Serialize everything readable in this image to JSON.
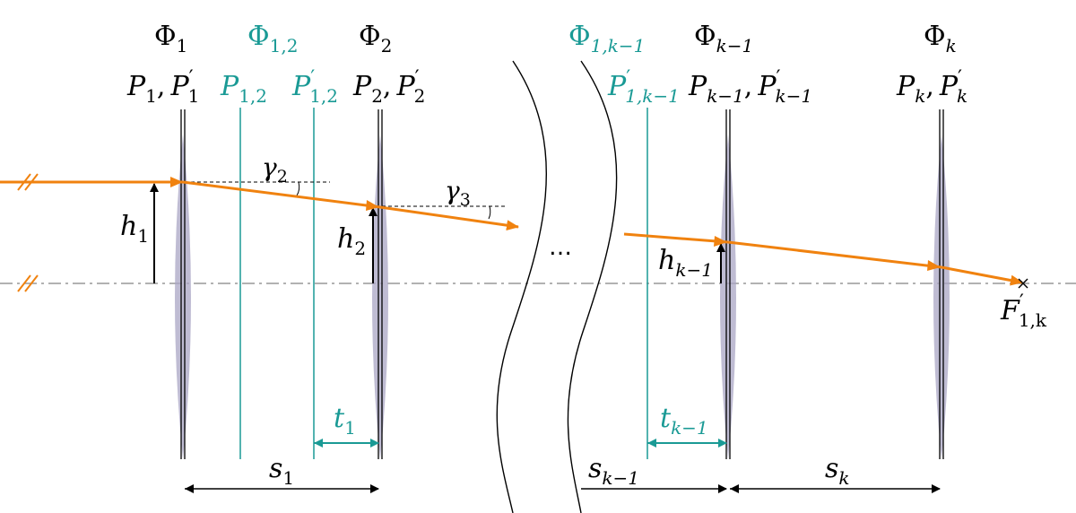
{
  "colors": {
    "black": "#000000",
    "teal": "#1a9a95",
    "ray": "#f0820f",
    "lens_fill": "#aaa6c4",
    "axis": "#999999"
  },
  "labels": {
    "phi": "Φ",
    "phi_1_sub": "1",
    "phi_12_sub": "1,2",
    "phi_2_sub": "2",
    "phi_1k1_sub": "1,k−1",
    "phi_k1_sub": "k−1",
    "phi_k_sub": "k",
    "P": "P",
    "prime": "′",
    "comma": ",",
    "sub_1": "1",
    "sub_2": "2",
    "sub_12": "1,2",
    "sub_1k1": "1,k−1",
    "sub_k1": "k−1",
    "sub_k": "k",
    "gamma": "γ",
    "gamma_2_sub": "2",
    "gamma_3_sub": "3",
    "h": "h",
    "h_1_sub": "1",
    "h_2_sub": "2",
    "h_k1_sub": "k−1",
    "t": "t",
    "t_1_sub": "1",
    "t_k1_sub": "k−1",
    "s": "s",
    "s_1_sub": "1",
    "s_k1_sub": "k−1",
    "s_k_sub": "k",
    "F": "F",
    "F_sub": "1,k",
    "ellipsis": "…"
  }
}
